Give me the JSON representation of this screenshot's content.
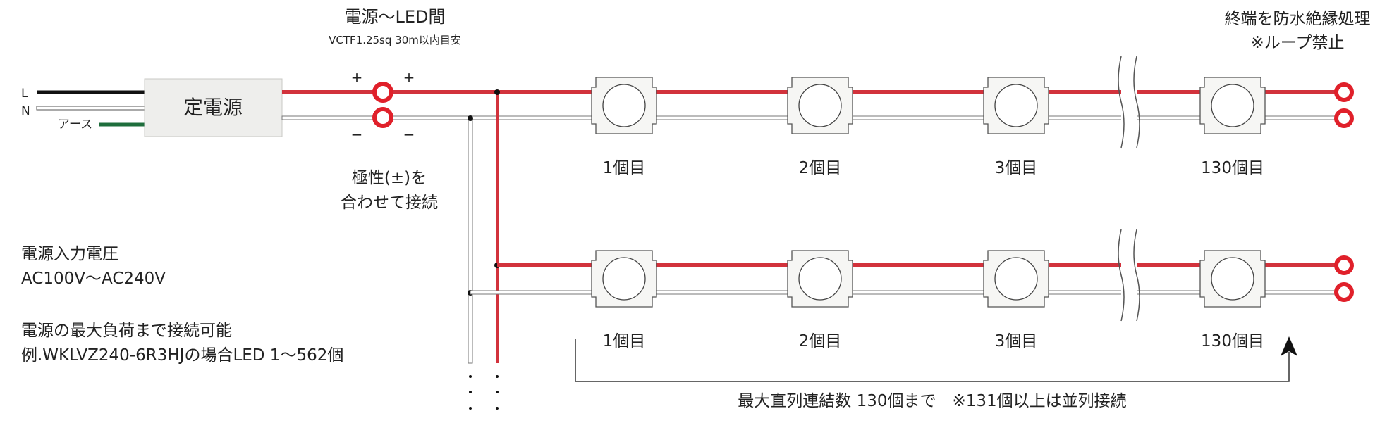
{
  "power_supply": {
    "label": "定電源"
  },
  "input_wires": {
    "l_label": "L",
    "n_label": "N",
    "earth_label": "アース"
  },
  "psu_to_led": {
    "title": "電源〜LED間",
    "spec": "VCTF1.25sq 30m以内目安"
  },
  "polarity": {
    "plus_left": "+",
    "plus_right": "+",
    "minus_left": "−",
    "minus_right": "−",
    "note_line1": "極性(±)を",
    "note_line2": "合わせて接続"
  },
  "terminal_note": {
    "line1": "終端を防水絶縁処理",
    "line2": "※ループ禁止"
  },
  "rows": [
    {
      "labels": [
        "1個目",
        "2個目",
        "3個目",
        "130個目"
      ]
    },
    {
      "labels": [
        "1個目",
        "2個目",
        "3個目",
        "130個目"
      ]
    }
  ],
  "input_voltage": {
    "title": "電源入力電圧",
    "value": "AC100V〜AC240V"
  },
  "max_load": {
    "line1": "電源の最大負荷まで接続可能",
    "line2": "例.WKLVZ240-6R3HJの場合LED 1〜562個"
  },
  "series_note": "最大直列連結数 130個まで　※131個以上は並列接続",
  "colors": {
    "red_wire": "#d2323c",
    "earth_wire": "#1e6e3c",
    "black_wire": "#111111",
    "terminal_red": "#e0202a"
  }
}
